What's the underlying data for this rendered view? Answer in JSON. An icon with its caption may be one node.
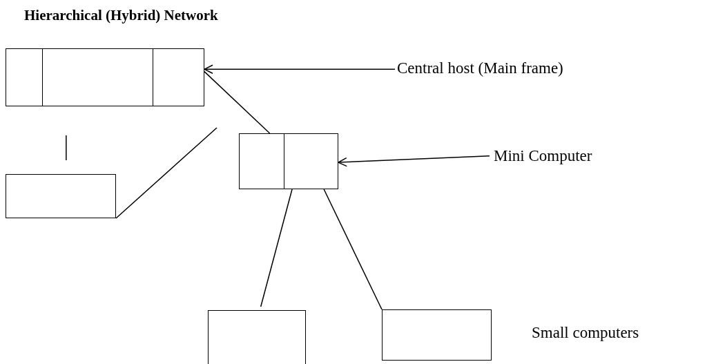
{
  "diagram": {
    "title": "Hierarchical (Hybrid) Network",
    "nodes": [
      {
        "text": [],
        "shape": "box"
      },
      {
        "text": [],
        "shape": "box"
      },
      {
        "text": [],
        "shape": "box"
      },
      {
        "text": [],
        "shape": "box"
      },
      {
        "text": [],
        "shape": "box"
      },
      {
        "text": [
          "Central host (Main frame)"
        ]
      },
      {
        "text": [
          "Mini Computer"
        ]
      }
    ],
    "edges": [
      {
        "from": 0,
        "to": 1,
        "arrow": "none"
      },
      {
        "from": 0,
        "to": 2,
        "arrow": "none"
      },
      {
        "from": 1,
        "to": null,
        "arrow": "none"
      },
      {
        "from": 2,
        "to": 3,
        "arrow": "none"
      },
      {
        "from": 2,
        "to": 4,
        "arrow": "none"
      },
      {
        "from": 5,
        "to": 0,
        "arrow": "to"
      },
      {
        "from": 6,
        "to": 2,
        "arrow": "to"
      }
    ],
    "labels": [
      "Small computers"
    ]
  }
}
